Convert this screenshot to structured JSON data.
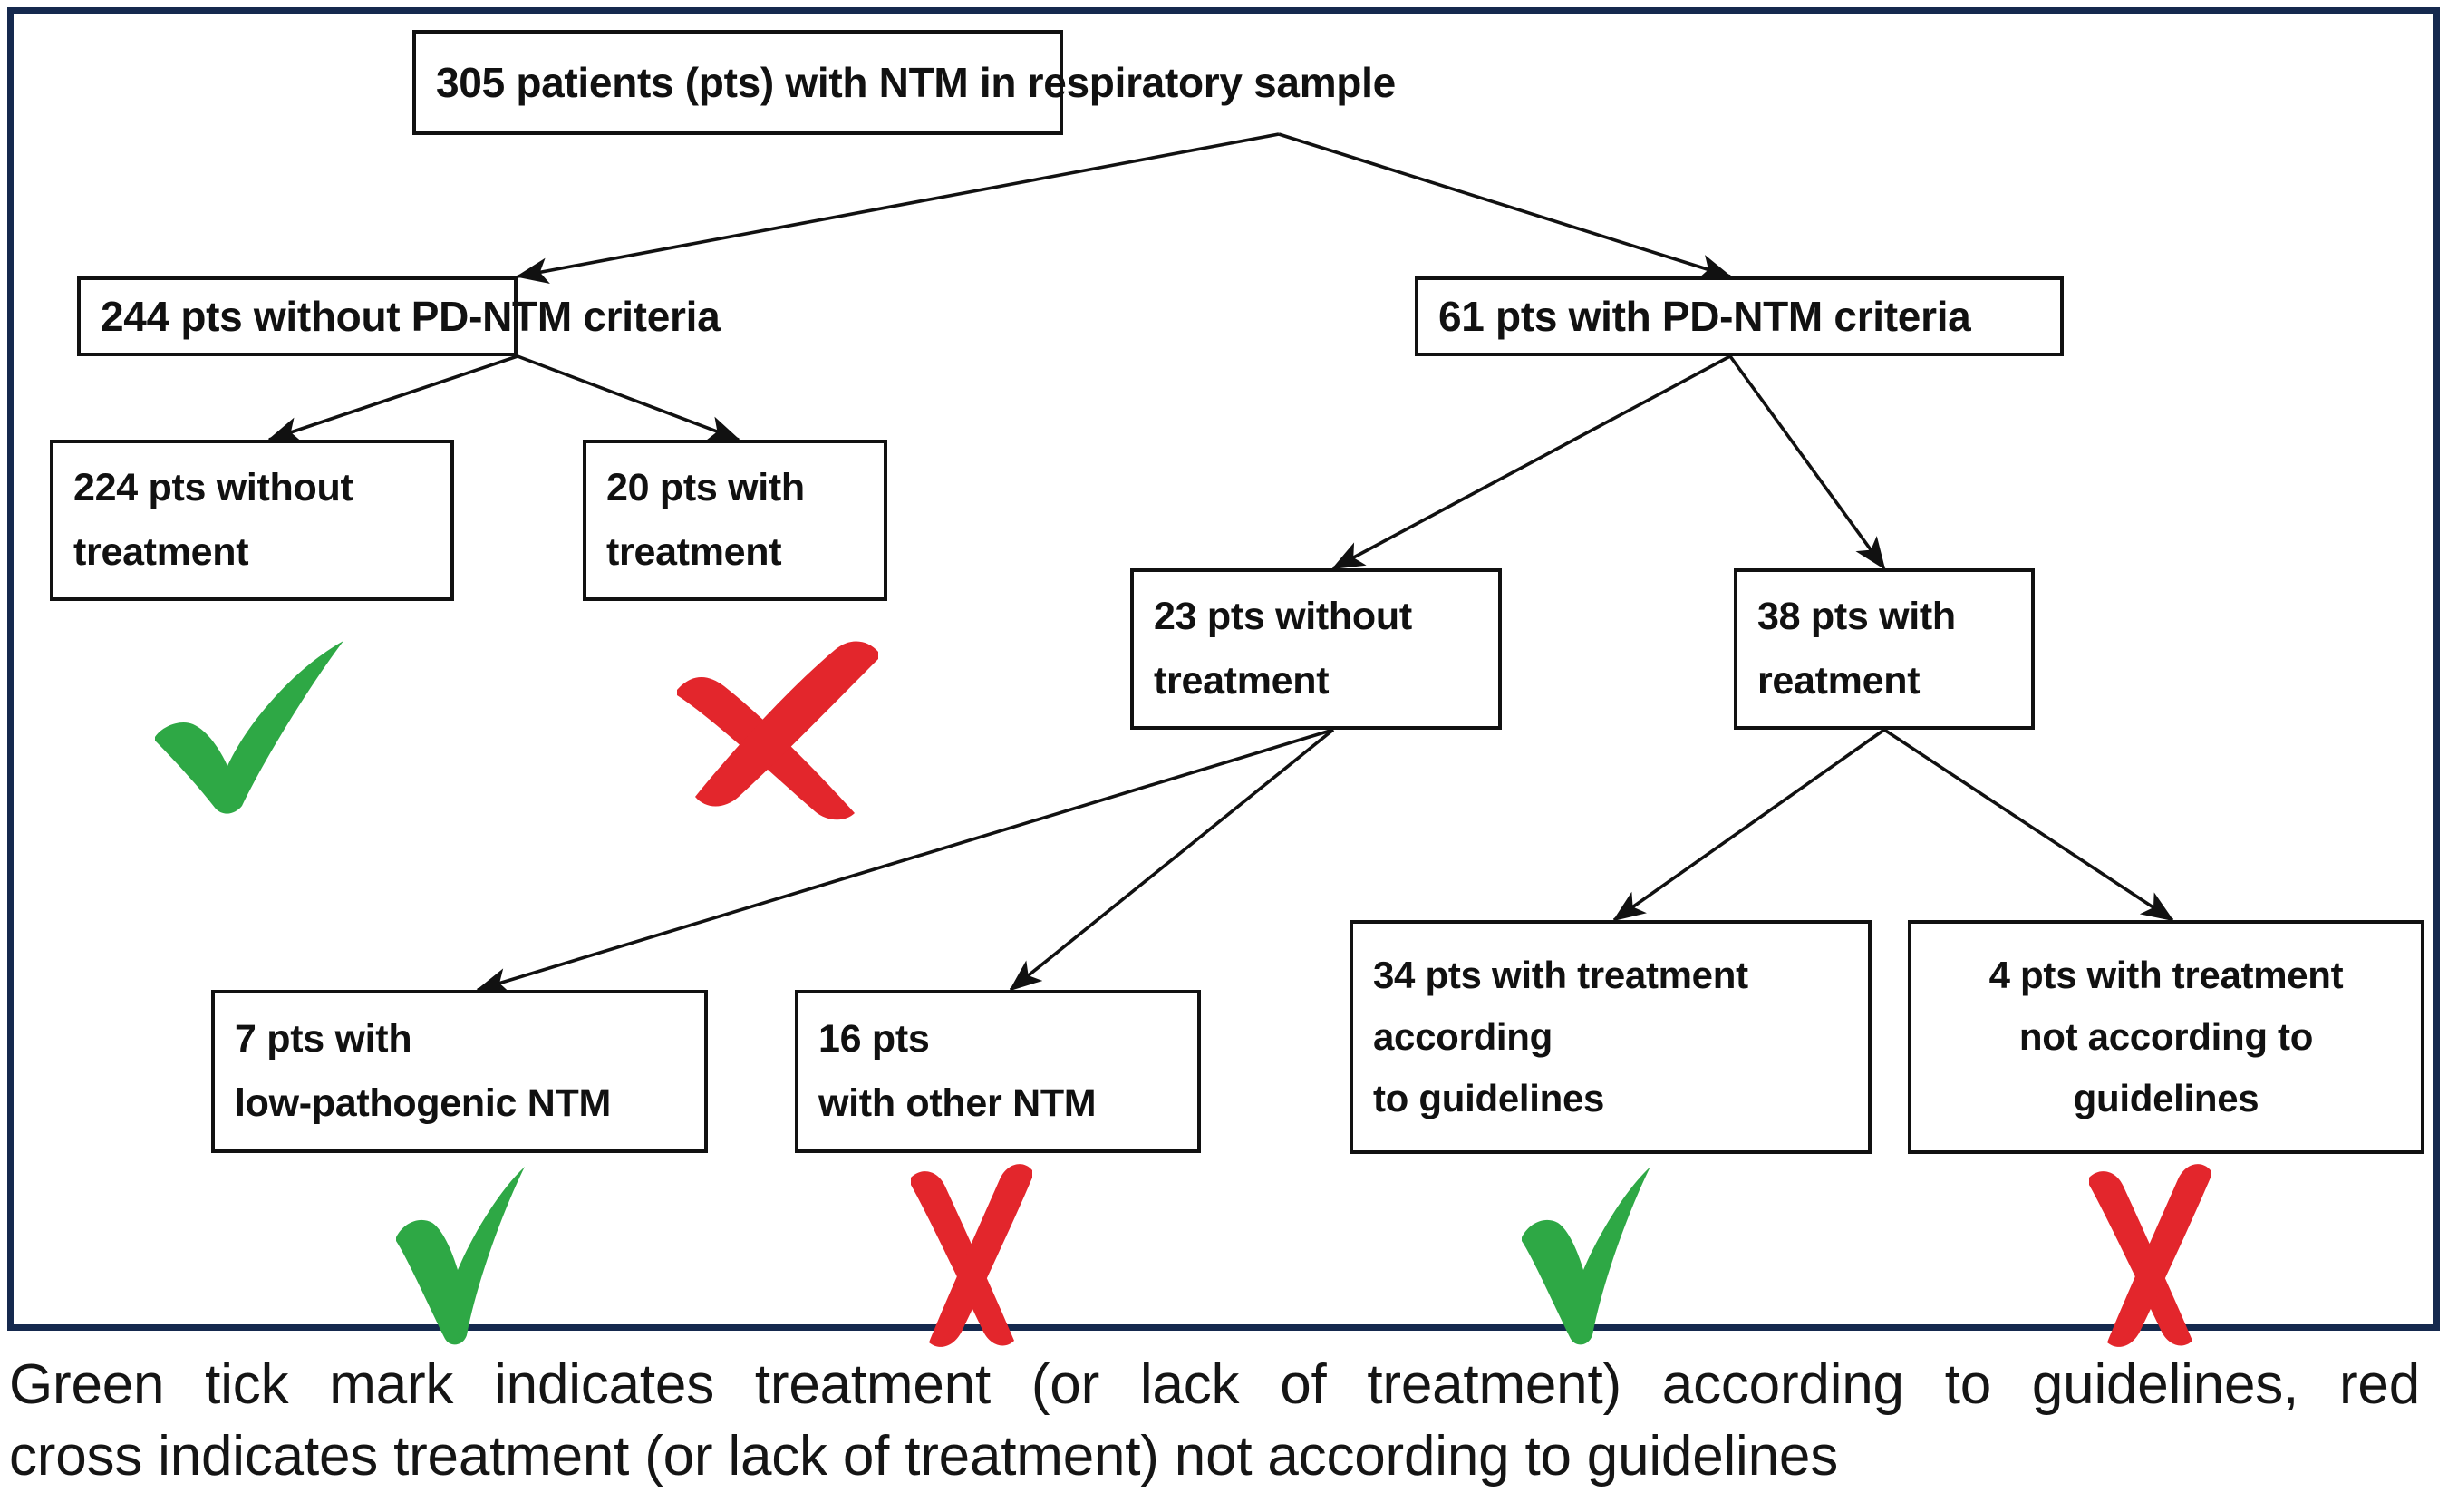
{
  "figure": {
    "type": "flowchart",
    "title_box": "305 patients (pts) with NTM in respiratory sample",
    "frame_color": "#15294E",
    "tick_color": "#2EA845",
    "cross_color": "#E3262C",
    "box_border_color": "#111111"
  },
  "nodes": {
    "root": {
      "id": "root",
      "label": "305 patients (pts) with NTM in respiratory sample",
      "lines": [
        "305 patients (pts) with NTM in respiratory sample"
      ],
      "count": 305
    },
    "no_criteria": {
      "id": "no-pd-ntm-criteria",
      "label": "244 pts without PD-NTM criteria",
      "lines": [
        "244 pts without PD-NTM criteria"
      ],
      "count": 244
    },
    "with_criteria": {
      "id": "with-pd-ntm-criteria",
      "label": "61 pts with PD-NTM criteria",
      "lines": [
        "61 pts with PD-NTM criteria"
      ],
      "count": 61
    },
    "nc_no_tx": {
      "id": "224-without-treatment",
      "lines": [
        "224 pts without",
        "treatment"
      ],
      "count": 224
    },
    "nc_tx": {
      "id": "20-with-treatment",
      "lines": [
        "20 pts with",
        "treatment"
      ],
      "count": 20
    },
    "wc_no_tx": {
      "id": "23-without-treatment",
      "lines": [
        "23 pts without",
        "treatment"
      ],
      "count": 23
    },
    "wc_tx": {
      "id": "38-with-treatment",
      "lines": [
        "38 pts with",
        "reatment"
      ],
      "count": 38
    },
    "low_path": {
      "id": "7-low-pathogenic-ntm",
      "lines": [
        "7 pts with",
        "low-pathogenic NTM"
      ],
      "count": 7
    },
    "other_ntm": {
      "id": "16-other-ntm",
      "lines": [
        "16 pts",
        "with other NTM"
      ],
      "count": 16
    },
    "per_guidelines": {
      "id": "34-according-to-guidelines",
      "lines": [
        "34 pts with treatment",
        "according",
        "to guidelines"
      ],
      "count": 34
    },
    "not_per_guidelines": {
      "id": "4-not-according-to-guidelines",
      "lines": [
        "4 pts with treatment",
        "not according to",
        "guidelines"
      ],
      "count": 4
    }
  },
  "marks": [
    {
      "id": "mark-224-without-treatment",
      "type": "tick",
      "for": "224 pts without treatment"
    },
    {
      "id": "mark-20-with-treatment",
      "type": "cross",
      "for": "20 pts with treatment"
    },
    {
      "id": "mark-7-low-pathogenic",
      "type": "tick",
      "for": "7 pts with low-pathogenic NTM"
    },
    {
      "id": "mark-16-other-ntm",
      "type": "cross",
      "for": "16 pts with other NTM"
    },
    {
      "id": "mark-34-guidelines",
      "type": "tick",
      "for": "34 pts with treatment according to guidelines"
    },
    {
      "id": "mark-4-not-guidelines",
      "type": "cross",
      "for": "4 pts with treatment not according to guidelines"
    }
  ],
  "caption": {
    "line1": "Green tick mark indicates treatment (or lack of treatment) according to guidelines, red",
    "line2": "cross indicates treatment (or lack of treatment) not according to guidelines",
    "full": "Green tick mark indicates treatment (or lack of treatment) according to guidelines, red cross indicates treatment (or lack of treatment) not according to guidelines"
  }
}
